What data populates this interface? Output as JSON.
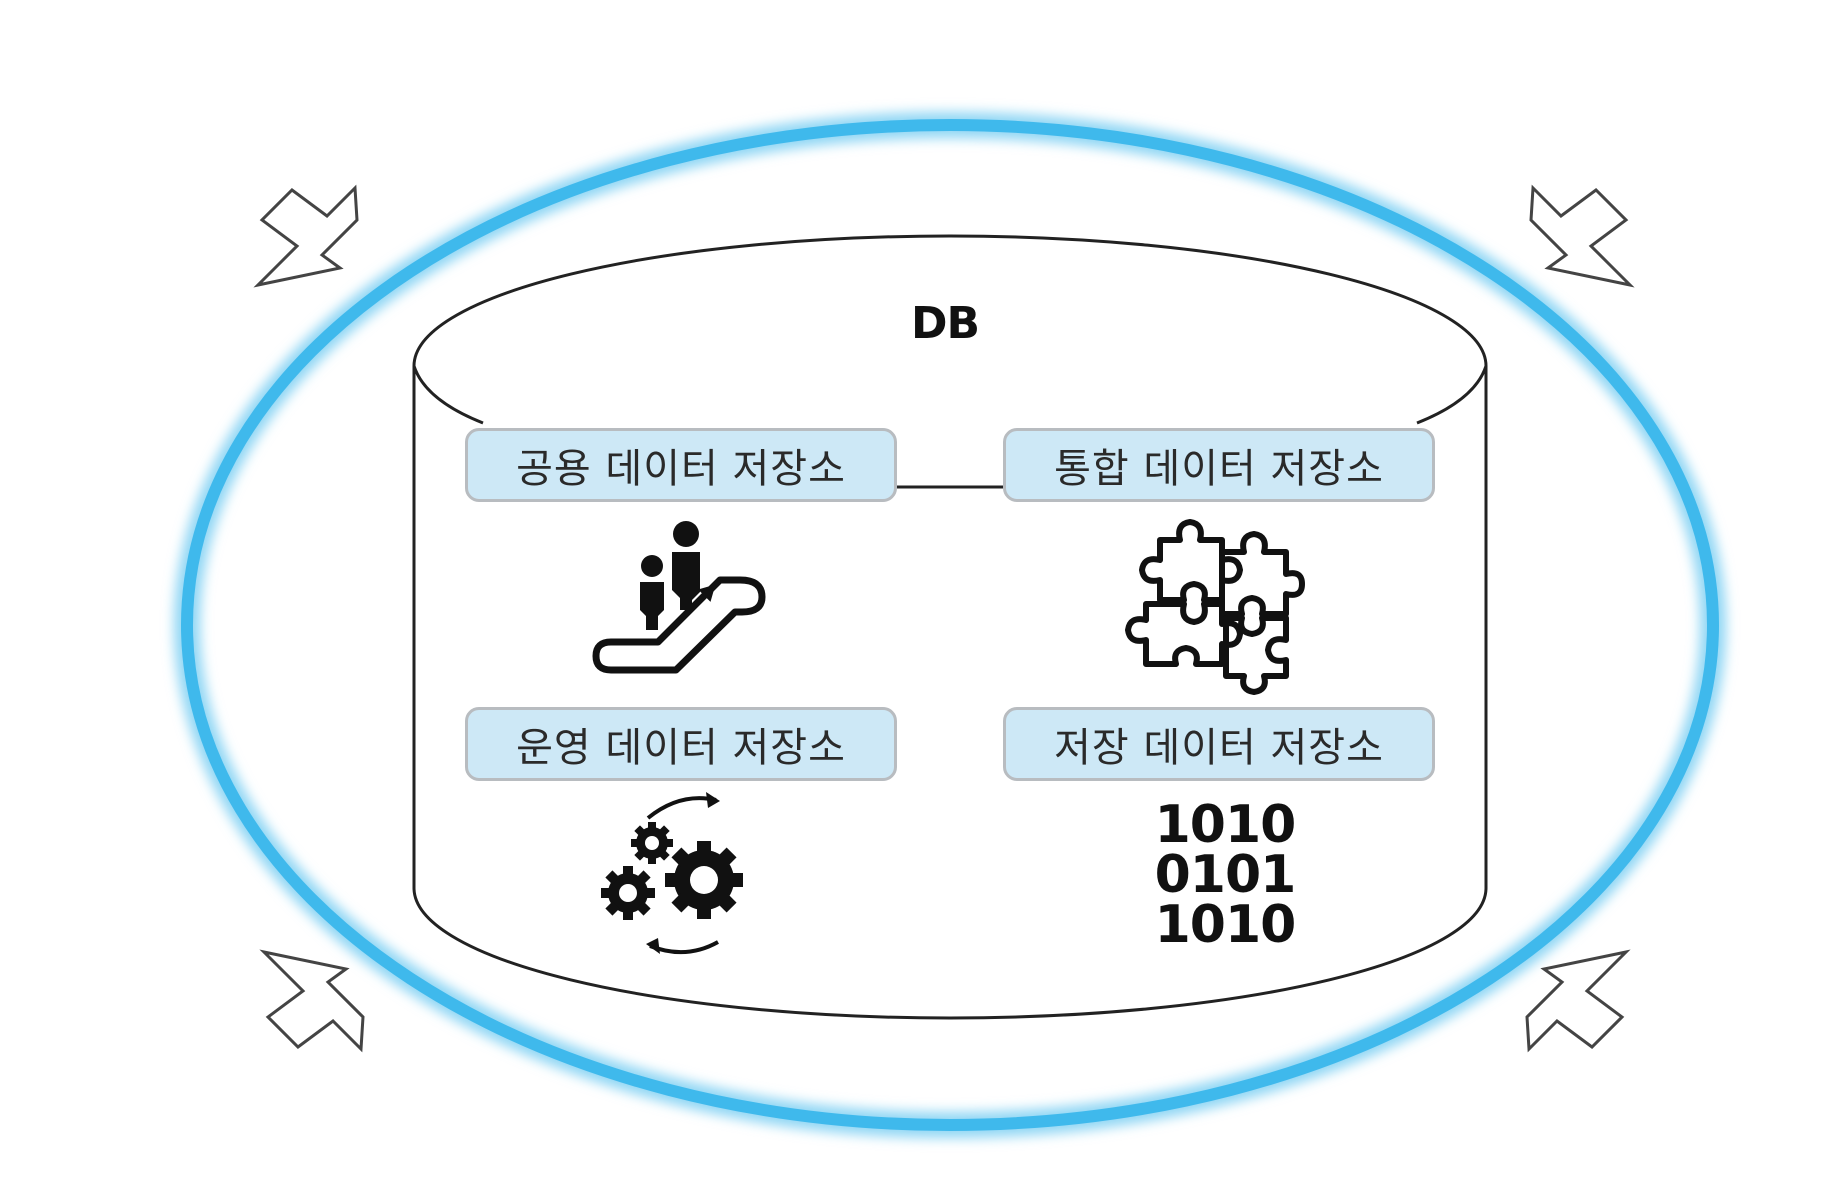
{
  "diagram": {
    "db_label": "DB",
    "repositories": [
      {
        "label": "공용 데이터 저장소",
        "icon": "escalator-people-icon"
      },
      {
        "label": "통합 데이터 저장소",
        "icon": "puzzle-pieces-icon"
      },
      {
        "label": "운영 데이터 저장소",
        "icon": "gears-cycle-icon"
      },
      {
        "label": "저장 데이터 저장소",
        "icon": "binary-data-icon"
      }
    ],
    "binary_lines": [
      "1010",
      "0101",
      "1010"
    ],
    "colors": {
      "outer_ring": "#3fb9ec",
      "box_fill": "#cde8f6",
      "box_border": "#b8bcc0",
      "ink": "#111111"
    }
  }
}
